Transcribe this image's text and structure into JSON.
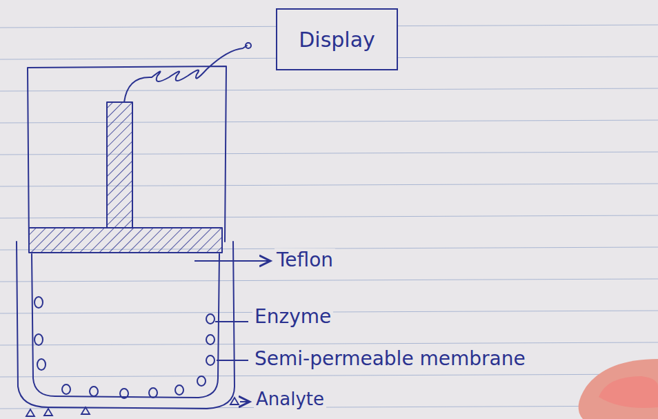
{
  "diagram": {
    "nodes": [
      {
        "text": [
          "Display"
        ]
      }
    ],
    "labels": [
      "Teflon",
      "Enzyme",
      "Semi-permeable membrane",
      "Analyte"
    ]
  }
}
